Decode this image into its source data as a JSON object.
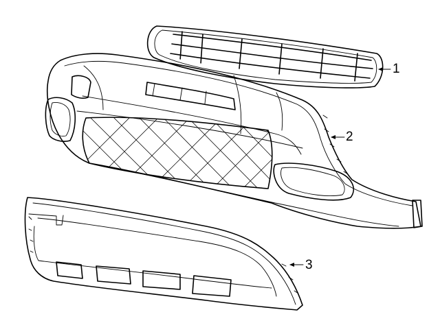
{
  "diagram": {
    "parts": [
      {
        "id": "upper-grille",
        "label": "1"
      },
      {
        "id": "bumper-cover",
        "label": "2"
      },
      {
        "id": "lower-grille",
        "label": "3"
      }
    ]
  },
  "colors": {
    "line": "#000000",
    "background": "#ffffff"
  }
}
